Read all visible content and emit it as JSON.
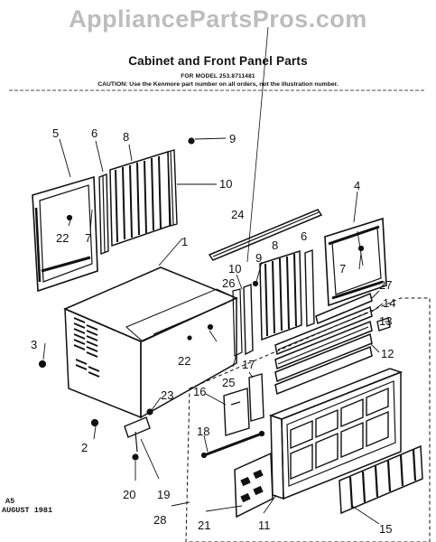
{
  "watermark": "AppliancePartsPros.com",
  "header": {
    "title": "Cabinet and Front Panel Parts",
    "model_line": "FOR MODEL 253.8711481",
    "caution": "CAUTION: Use the Kenmore part number on all orders, not the illustration number."
  },
  "footer": {
    "code": "A5",
    "date": "AUGUST 1981"
  },
  "callouts": {
    "c1": "1",
    "c2": "2",
    "c3": "3",
    "c4": "4",
    "c5": "5",
    "c6a": "6",
    "c6b": "6",
    "c7a": "7",
    "c7b": "7",
    "c8a": "8",
    "c8b": "8",
    "c9a": "9",
    "c9b": "9",
    "c10a": "10",
    "c10b": "10",
    "c11": "11",
    "c12": "12",
    "c13": "13",
    "c14": "14",
    "c15": "15",
    "c16": "16",
    "c17": "17",
    "c18": "18",
    "c19": "19",
    "c20": "20",
    "c21": "21",
    "c22a": "22",
    "c22b": "22",
    "c23": "23",
    "c24": "24",
    "c25": "25",
    "c26": "26",
    "c27": "27",
    "c28": "28"
  }
}
